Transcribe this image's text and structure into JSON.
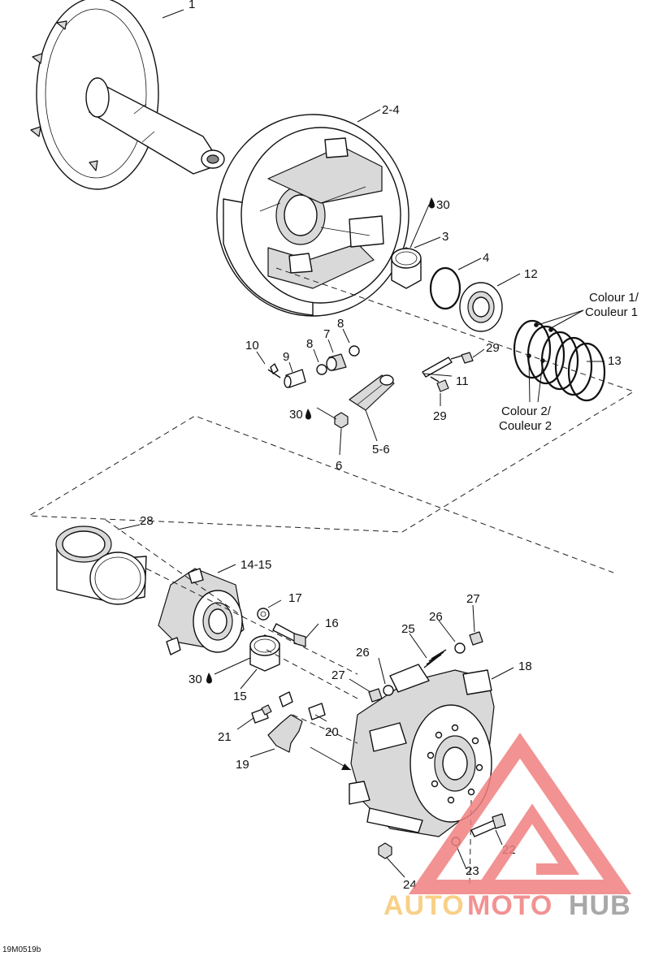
{
  "drawing_code": "19M0519b",
  "callouts": {
    "c1": "1",
    "c2_4": "2-4",
    "c3": "3",
    "c4": "4",
    "c12": "12",
    "c13": "13",
    "c30a": "30",
    "c8a": "8",
    "c8b": "8",
    "c7": "7",
    "c9": "9",
    "c10": "10",
    "c29a": "29",
    "c29b": "29",
    "c11": "11",
    "c30b": "30",
    "c6": "6",
    "c5_6": "5-6",
    "c28": "28",
    "c14_15": "14-15",
    "c17": "17",
    "c16": "16",
    "c30c": "30",
    "c15": "15",
    "c27a": "27",
    "c26a": "26",
    "c25": "25",
    "c26b": "26",
    "c27b": "27",
    "c18": "18",
    "c21": "21",
    "c20": "20",
    "c19": "19",
    "c22": "22",
    "c23": "23",
    "c24": "24"
  },
  "notes": {
    "colour1_line1": "Colour 1/",
    "colour1_line2": "Couleur 1",
    "colour2_line1": "Colour 2/",
    "colour2_line2": "Couleur 2"
  },
  "watermark": {
    "brand_part1": "AUTO",
    "brand_part2": "MOTO",
    "brand_part3": "HUB",
    "color_red": "#f08080",
    "color_orange": "#f7c873",
    "color_gray": "#9a9a9a"
  }
}
